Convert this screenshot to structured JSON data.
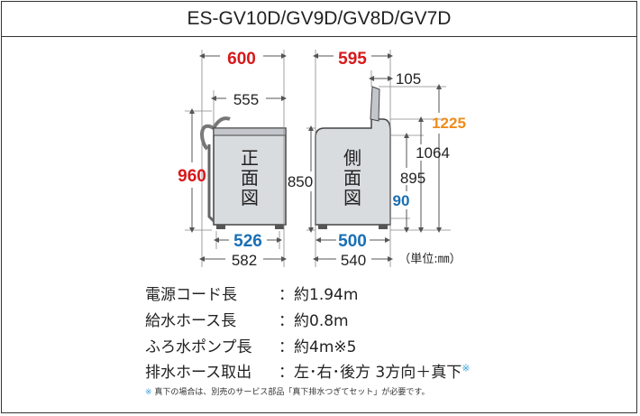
{
  "header": {
    "title": "ES-GV10D/GV9D/GV8D/GV7D"
  },
  "front_view": {
    "label": [
      "正",
      "面",
      "図"
    ],
    "width_outer": "600",
    "width_body": "555",
    "height": "960",
    "base_width": "526",
    "foot_width": "582"
  },
  "side_view": {
    "label": [
      "側",
      "面",
      "図"
    ],
    "depth_outer": "595",
    "lid_offset": "105",
    "height_lid_open": "1225",
    "height_lid_top": "1064",
    "height_body": "895",
    "height_850": "850",
    "base_height": "90",
    "base_depth": "500",
    "foot_depth": "540"
  },
  "unit_label": "（単位:㎜）",
  "colors": {
    "red": "#d7191c",
    "blue": "#1a6fb5",
    "orange": "#f08c1a",
    "dim": "#555555",
    "fill": "#d9dcdf"
  },
  "specs": [
    {
      "key": "電源コード長",
      "value": "：約1.94m"
    },
    {
      "key": "給水ホース長",
      "value": "：約0.8m"
    },
    {
      "key": "ふろ水ポンプ長",
      "value": "：約4m※5"
    },
    {
      "key": "排水ホース取出",
      "value": "：左･右･後方 3方向＋真下",
      "mark": "※"
    }
  ],
  "note": {
    "mark": "※",
    "text": " 真下の場合は、別売のサービス部品「真下排水つぎてセット」が必要です。"
  }
}
